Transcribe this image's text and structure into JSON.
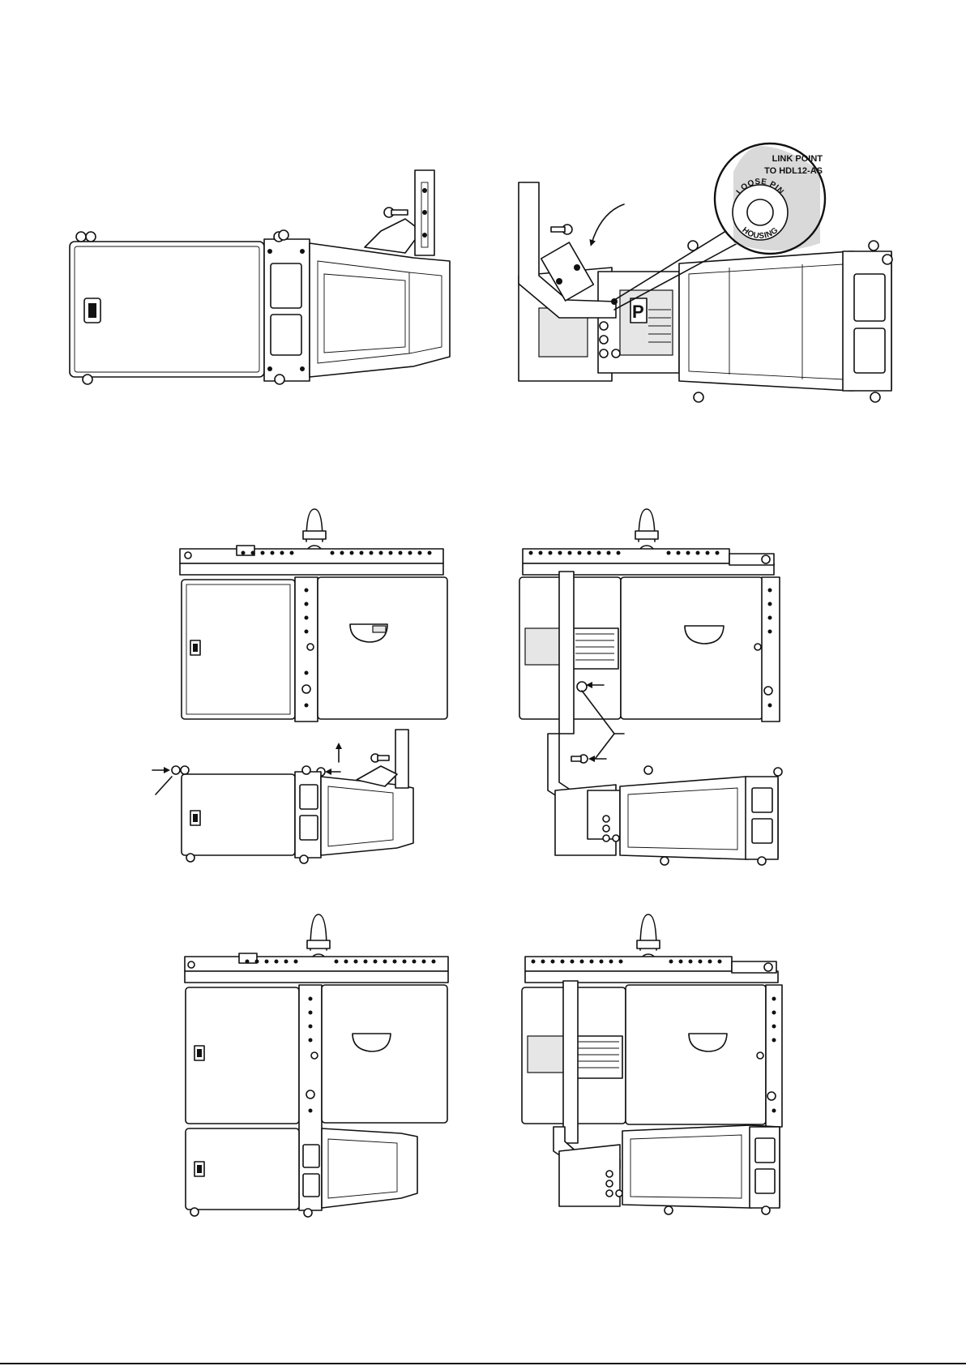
{
  "callout": {
    "link_point_line1": "LINK POINT",
    "link_point_line2": "TO HDL12-AS",
    "loose_pin": "LOOSE PIN",
    "housing": "HOUSING"
  },
  "panel_label": "P",
  "colors": {
    "line": "#111111",
    "background": "#ffffff",
    "callout_fill": "#d9d9d9"
  },
  "icons": [
    "curved-arrow-icon",
    "up-arrow-icon",
    "right-arrow-icon",
    "left-arrow-icon",
    "shackle-icon",
    "pin-icon"
  ]
}
